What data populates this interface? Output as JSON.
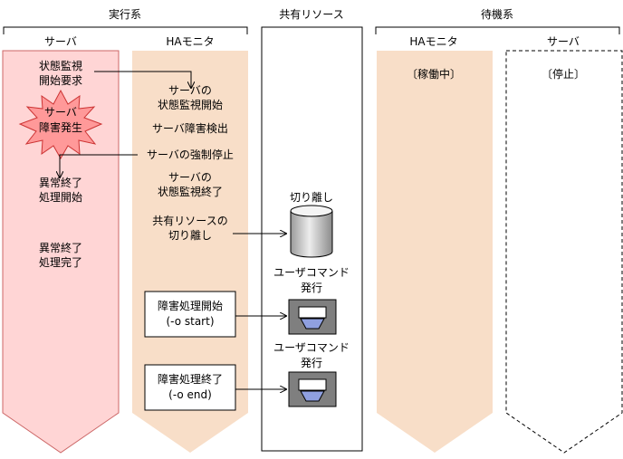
{
  "groups": {
    "active": "実行系",
    "shared": "共有リソース",
    "standby": "待機系"
  },
  "lanes": {
    "active_server": "サーバ",
    "active_ha": "HAモニタ",
    "standby_ha": "HAモニタ",
    "standby_server": "サーバ"
  },
  "active_server": {
    "monitor_request": [
      "状態監視",
      "開始要求"
    ],
    "failure": [
      "サーバ",
      "障害発生"
    ],
    "abnormal_start": [
      "異常終了",
      "処理開始"
    ],
    "abnormal_done": [
      "異常終了",
      "処理完了"
    ]
  },
  "active_ha": {
    "monitor_start": [
      "サーバの",
      "状態監視開始"
    ],
    "failure_detect": "サーバ障害検出",
    "force_stop": "サーバの強制停止",
    "monitor_end": [
      "サーバの",
      "状態監視終了"
    ],
    "detach_resource": [
      "共有リソースの",
      "切り離し"
    ],
    "fault_start_box": [
      "障害処理開始",
      "(-o start)"
    ],
    "fault_end_box": [
      "障害処理終了",
      "(-o end)"
    ]
  },
  "shared": {
    "detach_label": "切り離し",
    "user_cmd_1": [
      "ユーザコマンド",
      "発行"
    ],
    "user_cmd_2": [
      "ユーザコマンド",
      "発行"
    ]
  },
  "standby_status": {
    "ha": "〔稼働中〕",
    "server": "〔停止〕"
  },
  "colors": {
    "active_server_fill": "#FFD5D5",
    "active_server_stroke": "#CC6666",
    "ha_fill": "#F8DEC8",
    "burst_fill": "#FF9999",
    "burst_stroke": "#CC3333"
  }
}
